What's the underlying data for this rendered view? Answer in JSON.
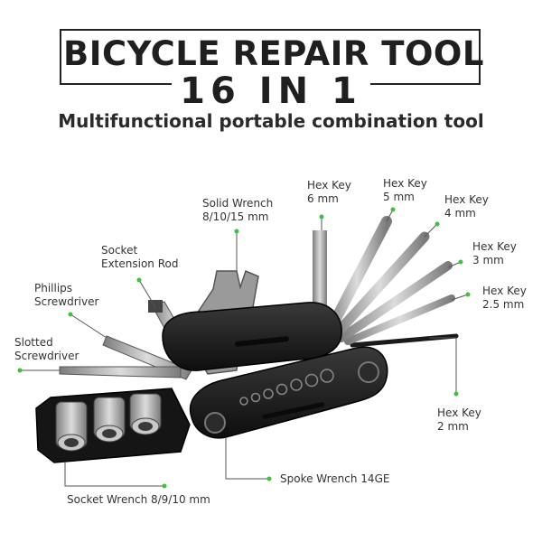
{
  "header": {
    "title": "BICYCLE REPAIR TOOL",
    "subtitle_number": "16 IN 1",
    "tagline": "Multifunctional portable combination tool"
  },
  "callouts": {
    "solid_wrench": [
      "Solid Wrench",
      "8/10/15 mm"
    ],
    "hex6": [
      "Hex Key",
      "6 mm"
    ],
    "hex5": [
      "Hex Key",
      "5 mm"
    ],
    "hex4": [
      "Hex Key",
      "4 mm"
    ],
    "hex3": [
      "Hex Key",
      "3 mm"
    ],
    "hex25": [
      "Hex Key",
      "2.5 mm"
    ],
    "hex2": [
      "Hex Key",
      "2 mm"
    ],
    "socket_rod": [
      "Socket",
      "Extension Rod"
    ],
    "phillips": [
      "Phillips",
      "Screwdriver"
    ],
    "slotted": [
      "Slotted",
      "Screwdriver"
    ],
    "spoke_wrench": "Spoke Wrench 14GE",
    "socket_wrench": "Socket Wrench 8/9/10 mm"
  },
  "colors": {
    "leader_line": "#555555",
    "dot": "#3fbf3f",
    "tool_body": "#1e1e1e",
    "steel": "#b8b8b8"
  }
}
